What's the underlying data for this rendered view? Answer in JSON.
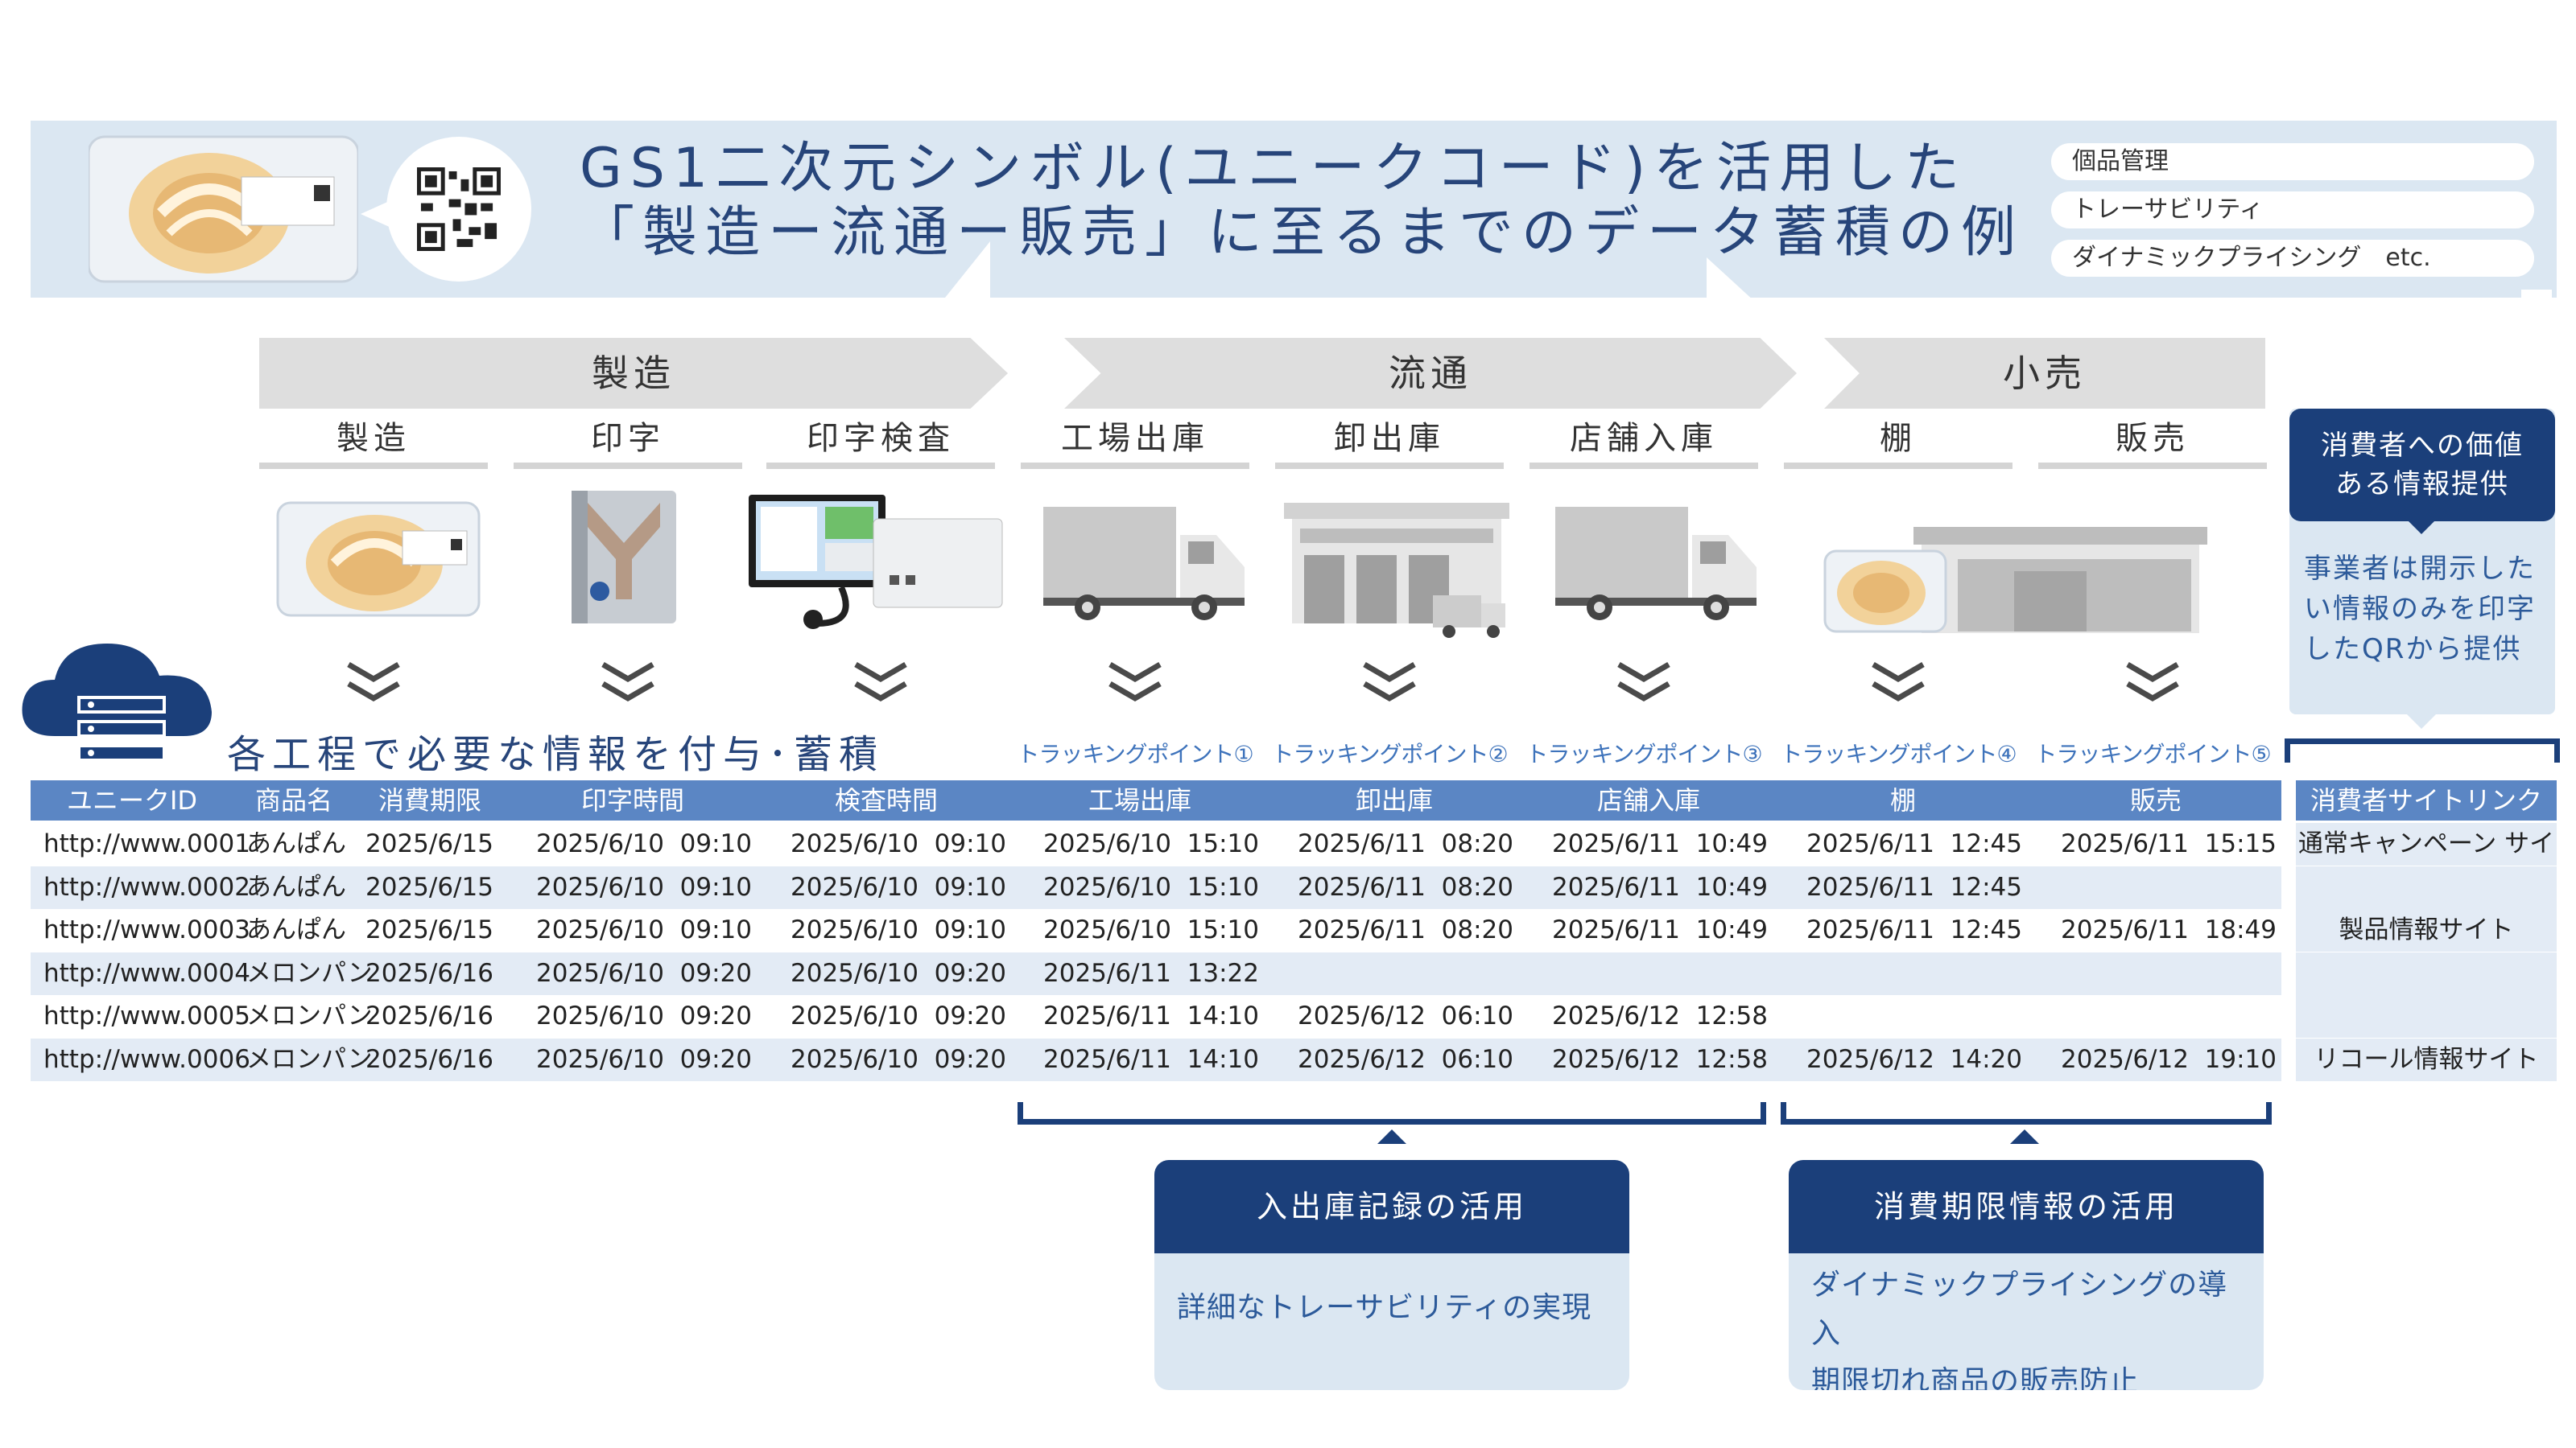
{
  "header": {
    "title_line1": "GS1二次元シンボル(ユニークコード)を活用した",
    "title_line2": "「製造ー流通ー販売」に至るまでのデータ蓄積の例",
    "tags": [
      "個品管理",
      "トレーサビリティ",
      "ダイナミックプライシング　etc."
    ]
  },
  "stages": [
    "製造",
    "流通",
    "小売"
  ],
  "processes": [
    "製造",
    "印字",
    "印字検査",
    "工場出庫",
    "卸出庫",
    "店舗入庫",
    "棚",
    "販売"
  ],
  "tracking_points": [
    "トラッキングポイント①",
    "トラッキングポイント②",
    "トラッキングポイント③",
    "トラッキングポイント④",
    "トラッキングポイント⑤"
  ],
  "section_title": "各工程で必要な情報を付与･蓄積",
  "consumer": {
    "heading_line1": "消費者への価値",
    "heading_line2": "ある情報提供",
    "body_line1": "事業者は開示した",
    "body_line2": "い情報のみを印字",
    "body_line3": "したQRから提供"
  },
  "table": {
    "headers": [
      "ユニークID",
      "商品名",
      "消費期限",
      "印字時間",
      "検査時間",
      "工場出庫",
      "卸出庫",
      "店舗入庫",
      "棚",
      "販売"
    ],
    "link_header": "消費者サイトリンク",
    "rows": [
      [
        "http://www.0001",
        "あんぱん",
        "2025/6/15",
        "2025/6/10  09:10",
        "2025/6/10  09:10",
        "2025/6/10  15:10",
        "2025/6/11  08:20",
        "2025/6/11  10:49",
        "2025/6/11  12:45",
        "2025/6/11  15:15"
      ],
      [
        "http://www.0002",
        "あんぱん",
        "2025/6/15",
        "2025/6/10  09:10",
        "2025/6/10  09:10",
        "2025/6/10  15:10",
        "2025/6/11  08:20",
        "2025/6/11  10:49",
        "2025/6/11  12:45",
        ""
      ],
      [
        "http://www.0003",
        "あんぱん",
        "2025/6/15",
        "2025/6/10  09:10",
        "2025/6/10  09:10",
        "2025/6/10  15:10",
        "2025/6/11  08:20",
        "2025/6/11  10:49",
        "2025/6/11  12:45",
        "2025/6/11  18:49"
      ],
      [
        "http://www.0004",
        "メロンパン",
        "2025/6/16",
        "2025/6/10  09:20",
        "2025/6/10  09:20",
        "2025/6/11  13:22",
        "",
        "",
        "",
        ""
      ],
      [
        "http://www.0005",
        "メロンパン",
        "2025/6/16",
        "2025/6/10  09:20",
        "2025/6/10  09:20",
        "2025/6/11  14:10",
        "2025/6/12  06:10",
        "2025/6/12  12:58",
        "",
        ""
      ],
      [
        "http://www.0006",
        "メロンパン",
        "2025/6/16",
        "2025/6/10  09:20",
        "2025/6/10  09:20",
        "2025/6/11  14:10",
        "2025/6/12  06:10",
        "2025/6/12  12:58",
        "2025/6/12  14:20",
        "2025/6/12  19:10"
      ]
    ],
    "links": [
      "通常キャンペーン サイト",
      "",
      "製品情報サイト",
      "",
      "",
      "リコール情報サイト"
    ]
  },
  "cards": [
    {
      "title": "入出庫記録の活用",
      "lines": [
        "詳細なトレーサビリティの実現"
      ]
    },
    {
      "title": "消費期限情報の活用",
      "lines": [
        "ダイナミックプライシングの導入",
        "期限切れ商品の販売防止"
      ]
    }
  ],
  "colors": {
    "navy": "#1b3f7a",
    "header_blue": "#5b86c4",
    "light_blue": "#dbe7f2",
    "row_alt": "#e3ebf5",
    "stage_gray": "#dedede",
    "link_blue": "#3e73bb"
  }
}
